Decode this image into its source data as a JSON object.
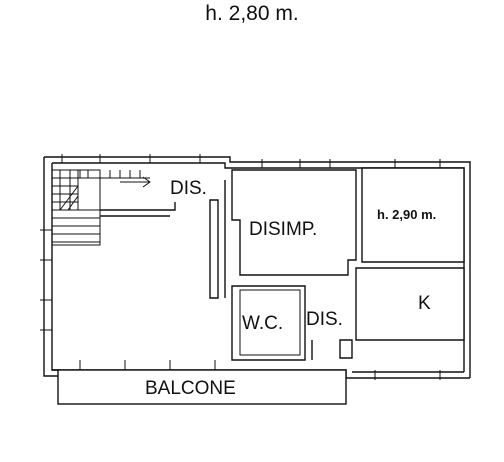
{
  "header": {
    "height_label": "h. 2,80 m."
  },
  "rooms": {
    "dis_top": "DIS.",
    "disimp": "DISIMP.",
    "room_height_label": "h. 2,90 m.",
    "wc": "W.C.",
    "dis_bottom": "DIS.",
    "kitchen": "K",
    "balcony": "BALCONE"
  },
  "colors": {
    "line": "#111111",
    "background": "#ffffff"
  }
}
